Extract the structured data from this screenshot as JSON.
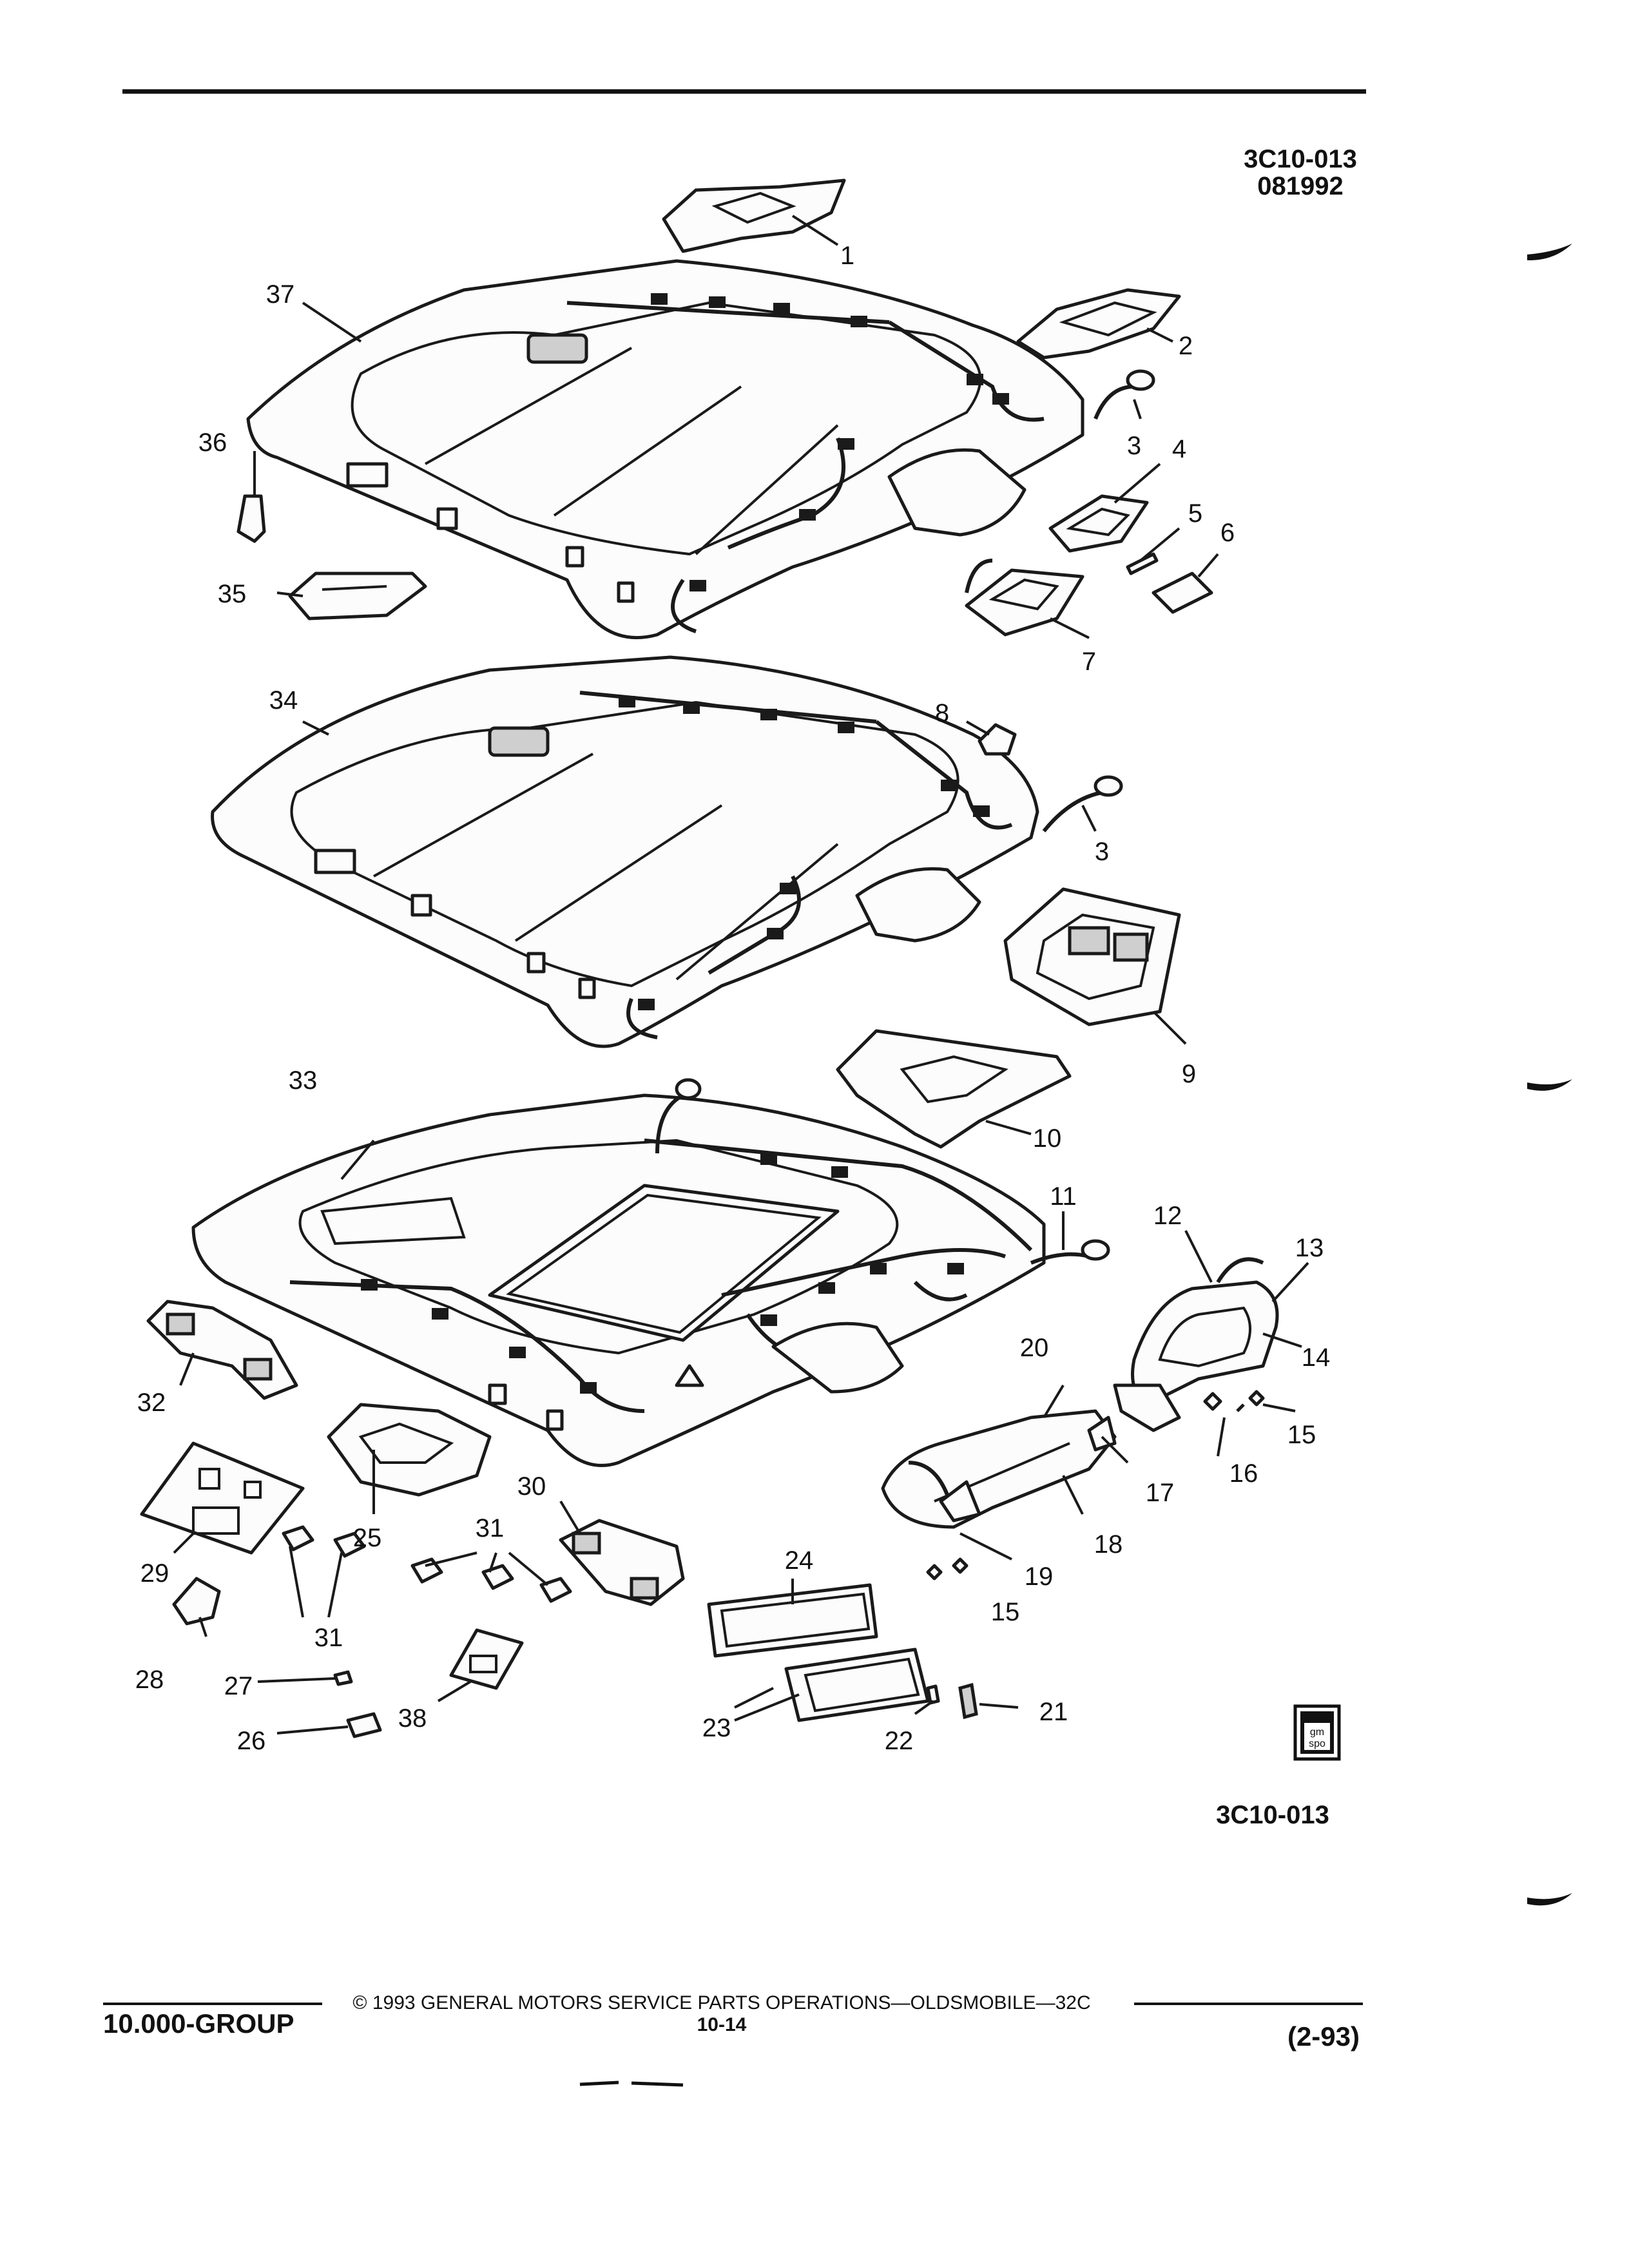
{
  "header": {
    "ref_code": "3C10-013",
    "date_code": "081992"
  },
  "figure_ref": "3C10-013",
  "logo": {
    "text_top": "gm",
    "text_bottom": "spo"
  },
  "callouts": [
    "1",
    "2",
    "3",
    "3",
    "4",
    "5",
    "6",
    "7",
    "8",
    "9",
    "10",
    "11",
    "12",
    "13",
    "14",
    "15",
    "15",
    "16",
    "17",
    "18",
    "19",
    "20",
    "21",
    "22",
    "23",
    "24",
    "25",
    "26",
    "27",
    "28",
    "29",
    "30",
    "31",
    "31",
    "32",
    "33",
    "34",
    "35",
    "36",
    "37",
    "38"
  ],
  "footer": {
    "group": "10.000-GROUP",
    "copyright": "© 1993 GENERAL MOTORS SERVICE PARTS OPERATIONS—OLDSMOBILE—32C",
    "page": "10-14",
    "revision": "(2-93)"
  }
}
